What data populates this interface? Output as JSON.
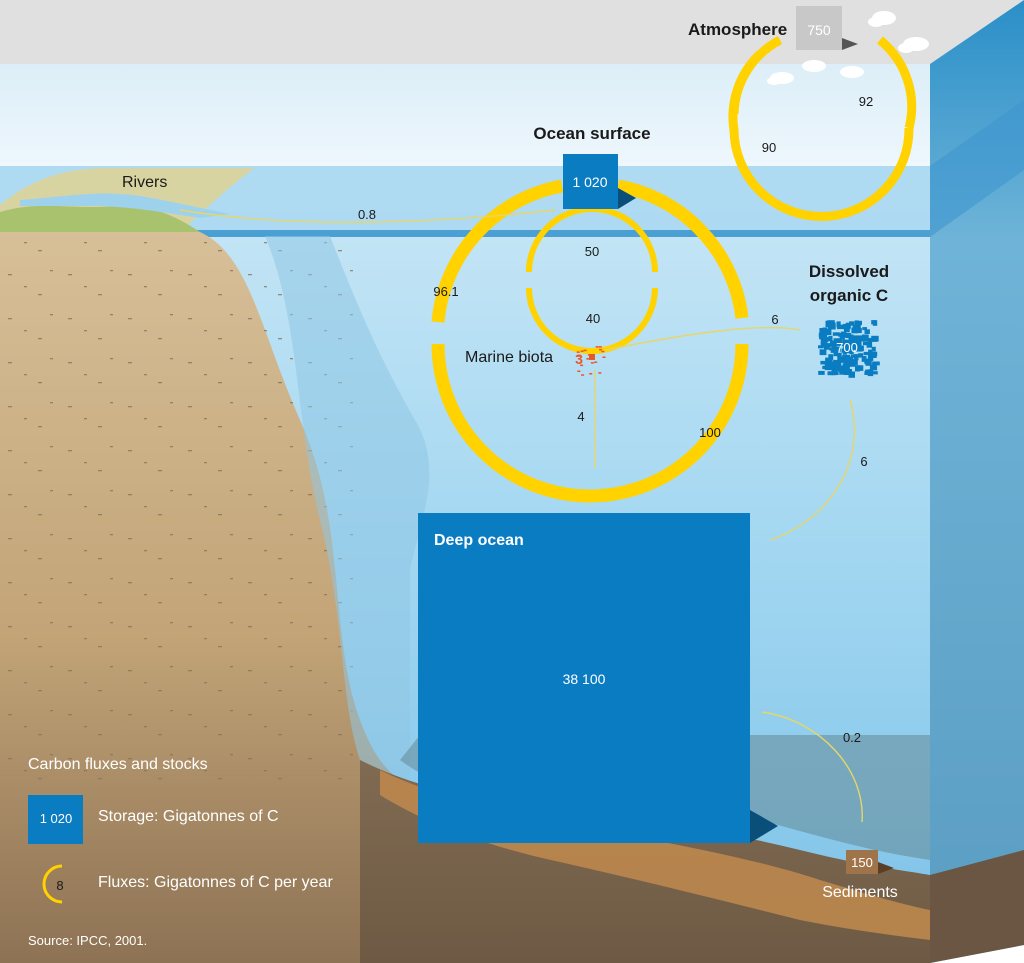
{
  "labels": {
    "atmosphere": "Atmosphere",
    "ocean_surface": "Ocean surface",
    "rivers": "Rivers",
    "dissolved_line1": "Dissolved",
    "dissolved_line2": "organic C",
    "marine_biota": "Marine biota",
    "deep_ocean": "Deep ocean",
    "sediments": "Sediments"
  },
  "stocks": {
    "atmosphere": "750",
    "ocean_surface": "1 020",
    "dissolved_organic": "700",
    "marine_biota": "3",
    "deep_ocean": "38 100",
    "sediments": "150"
  },
  "fluxes": {
    "atm_to_ocean": "92",
    "ocean_to_atm": "90",
    "rivers": "0.8",
    "surface_to_biota": "50",
    "biota_to_surface": "40",
    "deep_to_surface": "96.1",
    "surface_to_deep": "100",
    "biota_to_deep": "4",
    "biota_to_doc": "6",
    "doc_to_deep": "6",
    "deep_to_sediments": "0.2"
  },
  "legend": {
    "title": "Carbon fluxes and stocks",
    "storage_value": "1 020",
    "storage_text": "Storage: Gigatonnes of C",
    "flux_value": "8",
    "flux_text": "Fluxes: Gigatonnes of C per year"
  },
  "source": "Source: IPCC, 2001.",
  "colors": {
    "flux": "#ffd200",
    "storage": "#0a7cc1",
    "sediment": "#a0744a",
    "stock_grey": "#c8c8c8"
  }
}
